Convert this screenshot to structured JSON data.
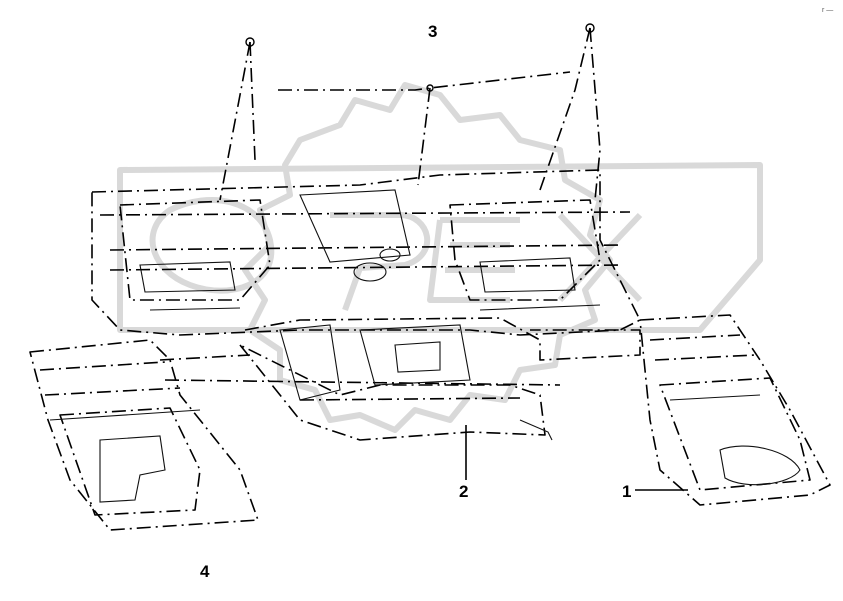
{
  "callouts": {
    "c1": "1",
    "c2": "2",
    "c3": "3",
    "c4": "4"
  },
  "corner_mark": "r —"
}
